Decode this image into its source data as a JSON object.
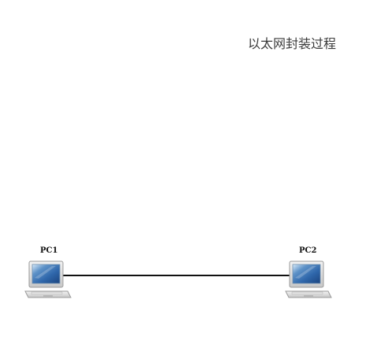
{
  "diagram": {
    "title": "以太网封装过程",
    "nodes": [
      {
        "id": "pc1",
        "label": "PC1",
        "icon": "laptop-icon"
      },
      {
        "id": "pc2",
        "label": "PC2",
        "icon": "laptop-icon"
      }
    ],
    "links": [
      {
        "from": "pc1",
        "to": "pc2"
      }
    ]
  }
}
